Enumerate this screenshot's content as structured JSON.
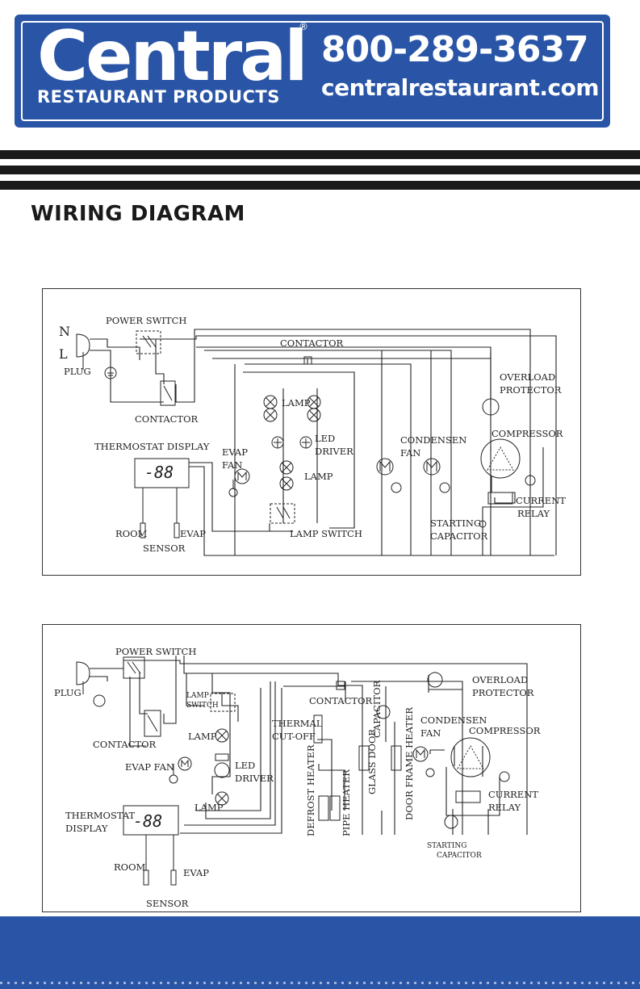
{
  "header": {
    "brand": "Central",
    "brand_sub": "RESTAURANT PRODUCTS",
    "registered_mark": "®",
    "phone": "800-289-3637",
    "website": "centralrestaurant.com",
    "brand_color": "#2a55a6"
  },
  "page_title": "WIRING DIAGRAM",
  "diagram1": {
    "n": "N",
    "l": "L",
    "plug": "PLUG",
    "power_switch": "POWER SWITCH",
    "contactor_top": "CONTACTOR",
    "contactor_left": "CONTACTOR",
    "overload": "OVERLOAD",
    "protector": "PROTECTOR",
    "lamp_top": "LAMP",
    "led": "LED",
    "driver": "DRIVER",
    "lamp_mid": "LAMP",
    "thermostat": "THERMOSTAT DISPLAY",
    "display": "-88",
    "evap": "EVAP",
    "fan": "FAN",
    "condensen": "CONDENSEN",
    "condensen_fan": "FAN",
    "compressor": "COMPRESSOR",
    "current": "CURRENT",
    "relay": "RELAY",
    "starting": "STARTING",
    "capacitor": "CAPACITOR",
    "room": "ROOM",
    "evap_sensor": "EVAP",
    "sensor": "SENSOR",
    "lamp_switch": "LAMP SWITCH"
  },
  "diagram2": {
    "power_switch": "POWER SWITCH",
    "plug": "PLUG",
    "lamp_switch_1": "LAMP",
    "lamp_switch_2": "SWITCH",
    "contactor_left": "CONTACTOR",
    "contactor_top": "CONTACTOR",
    "lamp_upper": "LAMP",
    "evap_fan": "EVAP FAN",
    "led": "LED",
    "driver": "DRIVER",
    "lamp_lower": "LAMP",
    "thermal": "THERMAL",
    "cut_off": "CUT-OFF",
    "defrost_heater": "DEFROST HEATER",
    "pipe_heater": "PIPE HEATER",
    "glass_door": "GLASS DOOR",
    "capacitor": "CAPACITOR",
    "door_frame_heater": "DOOR FRAME HEATER",
    "overload": "OVERLOAD",
    "protector": "PROTECTOR",
    "condensen": "CONDENSEN",
    "condensen_fan": "FAN",
    "compressor": "COMPRESSOR",
    "current": "CURRENT",
    "relay": "RELAY",
    "starting": "STARTING",
    "starting_capacitor": "CAPACITOR",
    "thermostat_1": "THERMOSTAT",
    "thermostat_2": "DISPLAY",
    "display": "-88",
    "room": "ROOM",
    "evap": "EVAP",
    "sensor": "SENSOR"
  }
}
